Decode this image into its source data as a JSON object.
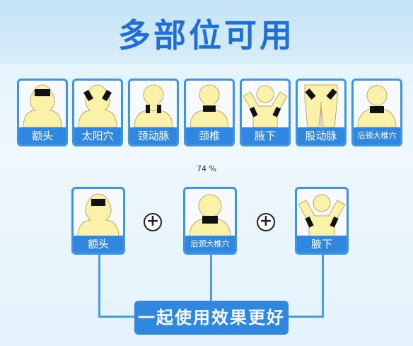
{
  "title": "多部位可用",
  "parts": [
    {
      "label": "额头"
    },
    {
      "label": "太阳穴"
    },
    {
      "label": "颈动脉"
    },
    {
      "label": "颈椎"
    },
    {
      "label": "腋下"
    },
    {
      "label": "股动脉"
    },
    {
      "label": "后颈大椎穴"
    }
  ],
  "progress_text": "74 %",
  "combo": [
    {
      "label": "额头"
    },
    {
      "label": "后颈大椎穴"
    },
    {
      "label": "腋下"
    }
  ],
  "plus_symbol": "+",
  "cta": "一起使用效果更好",
  "colors": {
    "accent": "#2f87df",
    "title": "#1e6fd8",
    "skin": "#fbf1a9",
    "pad": "#111111"
  }
}
